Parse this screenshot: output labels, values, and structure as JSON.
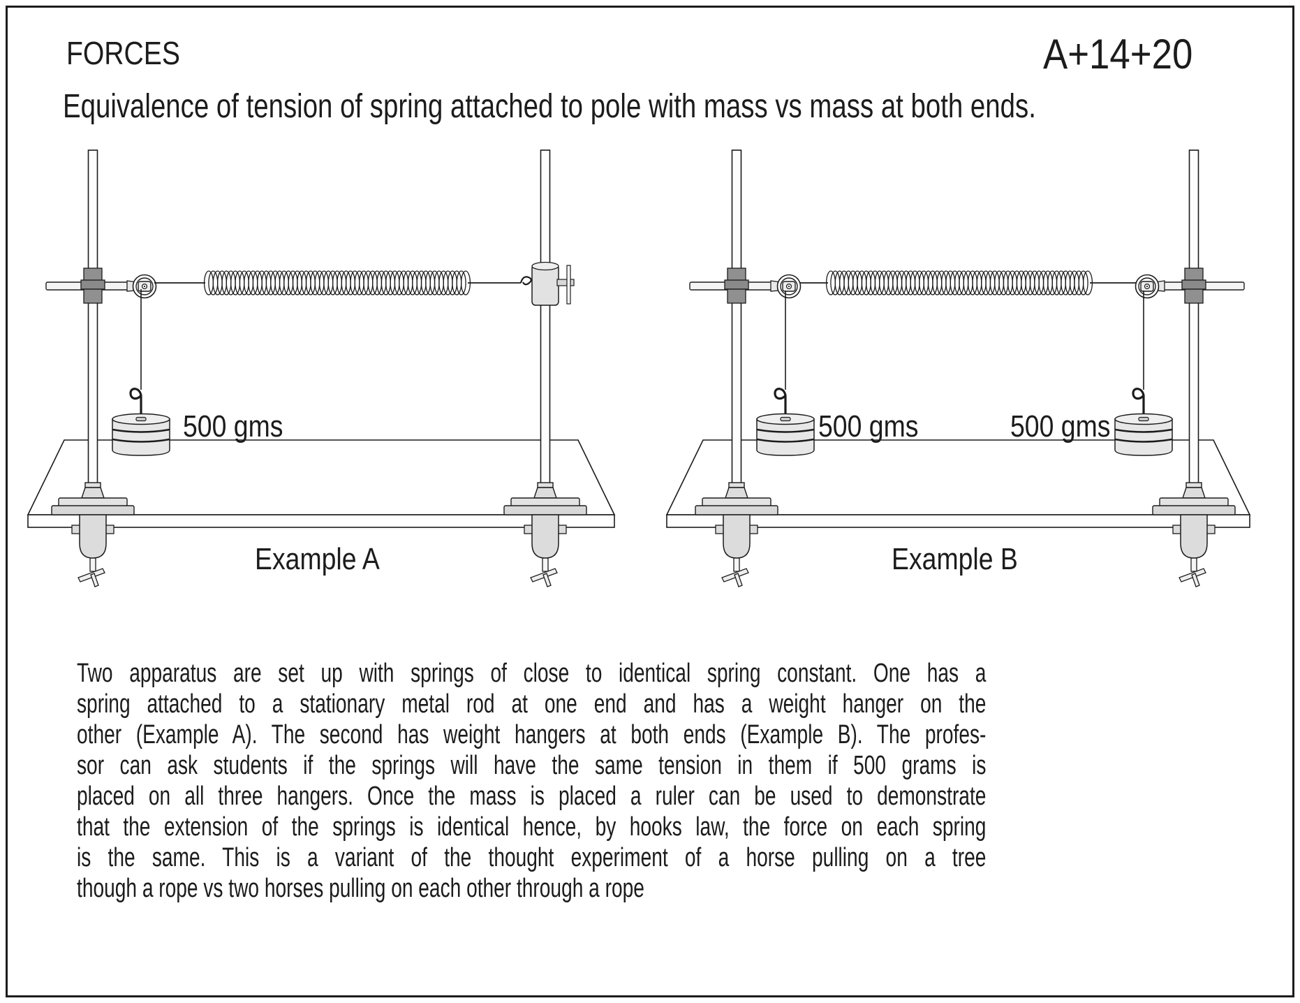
{
  "header": {
    "category": "FORCES",
    "code": "A+14+20",
    "subtitle": "Equivalence of tension of spring attached to pole with mass vs mass at both ends."
  },
  "examples": {
    "a": {
      "caption": "Example A",
      "mass_label": "500 gms"
    },
    "b": {
      "caption": "Example B",
      "mass_label_left": "500 gms",
      "mass_label_right": "500 gms"
    }
  },
  "description_lines": [
    "Two apparatus are set up with springs of close to identical spring constant.  One has a",
    "spring attached to a stationary metal rod at one end and has a weight hanger on the",
    "other (Example A).  The second has weight hangers at both ends (Example B).  The profes-",
    "sor can ask students if the springs will have the same tension in them if 500 grams is",
    "placed on all three hangers.  Once the mass is placed a ruler can be used to demonstrate",
    "that the extension of the springs is identical hence, by hooks law, the force on each spring",
    "is the same.  This is a variant of the thought experiment of a horse pulling on a tree",
    "though a rope vs two horses pulling on each other through a rope"
  ],
  "colors": {
    "ink": "#1c1c1c",
    "background": "#ffffff",
    "metal_light": "#e3e3e3",
    "metal_mid": "#d8d8d8",
    "clamp_dark": "#909090"
  }
}
